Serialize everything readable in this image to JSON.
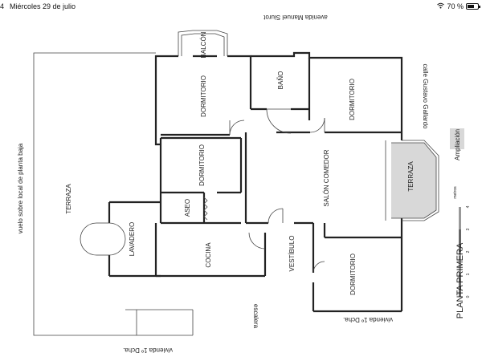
{
  "status_bar": {
    "time": "4",
    "date": "Miércoles 29 de julio",
    "battery_text": "70 %",
    "battery_level": 0.7,
    "wifi_icon": "wifi-icon"
  },
  "plan": {
    "street_top": "avenida Manuel Siurot",
    "street_right": "calle Gustavo Gallardo",
    "vuelo": "vuelo sobre local de planta baja",
    "vivienda_bottom_left": "vivienda 1º Dcha.",
    "vivienda_bottom_right": "vivienda 1º Dcha.",
    "escalera": "escalera",
    "title": "PLANTA PRIMERA",
    "legend_label": "Ampliación",
    "legend_color": "#d8d8d8",
    "scale_unit": "metros",
    "scale_ticks": [
      "0",
      "1",
      "2",
      "3",
      "4"
    ],
    "rooms": {
      "balcon": "BALCÓN",
      "dormitorio_1": "DORMITORIO",
      "bano": "BAÑO",
      "dormitorio_2": "DORMITORIO",
      "dormitorio_3": "DORMITORIO",
      "salon": "SALÓN COMEDOR",
      "terraza_right": "TERRAZA",
      "terraza_left": "TERRAZA",
      "aseo": "ASEO",
      "lavadero": "LAVADERO",
      "cocina": "COCINA",
      "vestibulo": "VESTÍBULO",
      "dormitorio_4": "DORMITORIO"
    }
  }
}
